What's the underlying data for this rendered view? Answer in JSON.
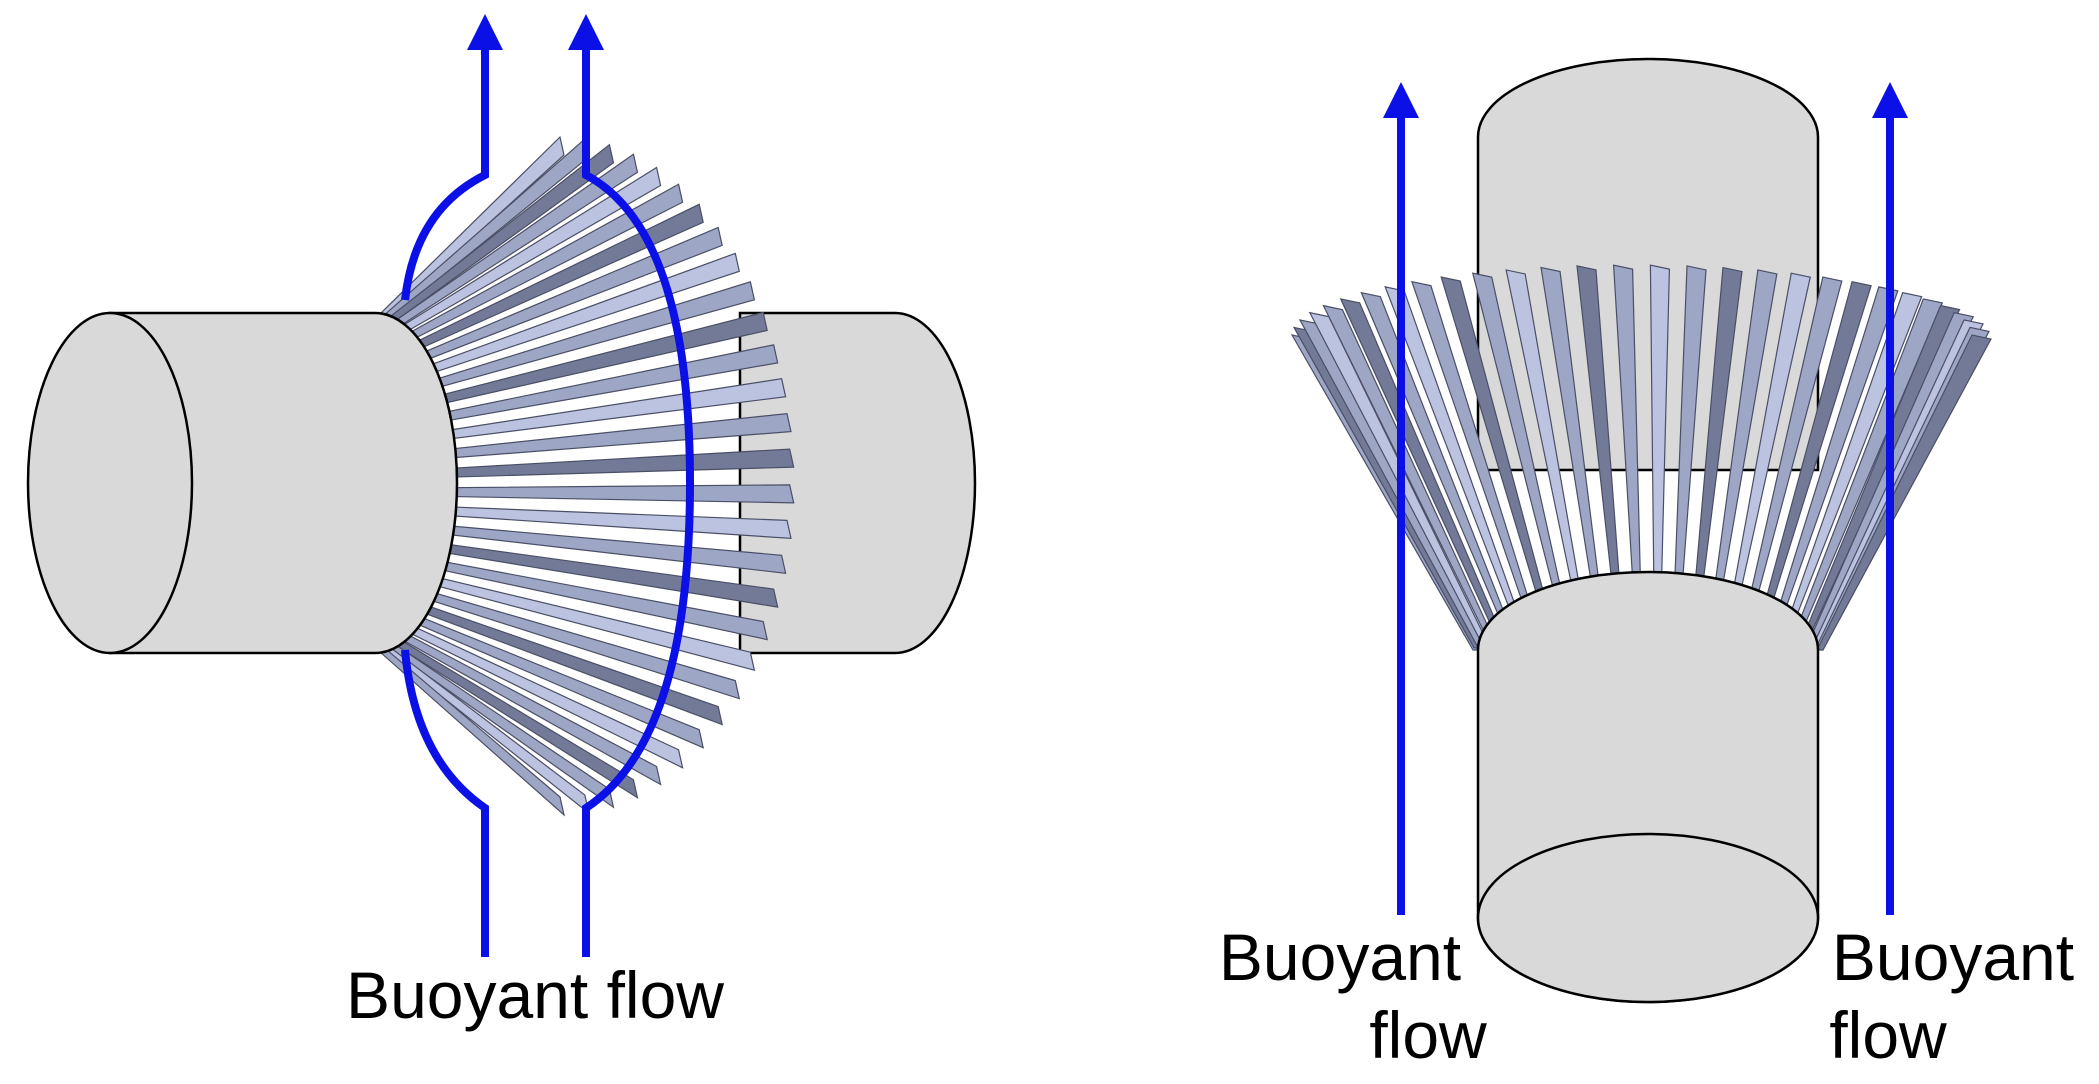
{
  "colors": {
    "flow_arrow": "#0a10e6",
    "cylinder_fill": "#d9d9d9",
    "cylinder_stroke": "#000000",
    "fin_light": "#bcc3e0",
    "fin_mid": "#9ea6c6",
    "fin_dark": "#727a98",
    "background": "#ffffff"
  },
  "horizontal_view": {
    "label": "Buoyant flow"
  },
  "vertical_view": {
    "left_label_line1": "Buoyant",
    "left_label_line2": "flow",
    "right_label_line1": "Buoyant",
    "right_label_line2": "flow"
  }
}
